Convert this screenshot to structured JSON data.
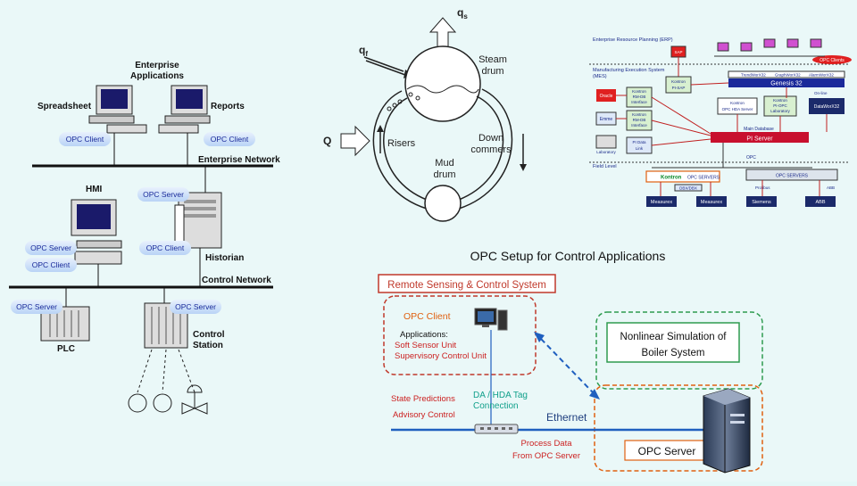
{
  "colors": {
    "background": "#e4f7f7",
    "divider": "#3b5fc0",
    "opc_badge": "#c9defa",
    "remote_box": "#c0392b",
    "simulation_box": "#2e9b4f",
    "ethernet": "#1f5fbf",
    "teal_text": "#11a08b",
    "red_text": "#cc2222",
    "navy": "#1a2a8a"
  },
  "panel1": {
    "enterprise_apps": [
      "Enterprise",
      "Applications"
    ],
    "spreadsheet": "Spreadsheet",
    "reports": "Reports",
    "opc_client": "OPC Client",
    "opc_server": "OPC Server",
    "enterprise_network": "Enterprise Network",
    "hmi": "HMI",
    "historian": "Historian",
    "control_network": "Control Network",
    "plc": "PLC",
    "control_station": [
      "Control",
      "Station"
    ]
  },
  "panel2": {
    "qs": "q",
    "qs_sub": "s",
    "qf": "q",
    "qf_sub": "f",
    "q": "Q",
    "steam_drum": [
      "Steam",
      "drum"
    ],
    "risers": "Risers",
    "downcomers": [
      "Down",
      "commers"
    ],
    "mud_drum": [
      "Mud",
      "drum"
    ]
  },
  "panel3": {
    "erp": "Enterprise Resource Planning (ERP)",
    "sap": "SAP",
    "opc_clients": "OPC Clients",
    "mes": [
      "Manufacturing Execution System",
      "(MES)"
    ],
    "trendworx": "TrendWorX32",
    "graphworx": "GraphWorX32",
    "alarmworx": "AlarmWorX32",
    "genesis": "Genesis 32",
    "kontron_pi_sap": [
      "Kontron",
      "PI-SAP"
    ],
    "oracle": "Oracle",
    "kontron_rmdb": [
      "Kontron",
      "RM-DB",
      "Interface"
    ],
    "kontron_opc_hda": [
      "Kontron",
      "OPC HDA Server"
    ],
    "kontron_pi_opc": [
      "Kontron",
      "PI-OPC",
      "Laboratory"
    ],
    "online": "On-line",
    "dataworx": "DataWorX32",
    "emme": "Emme",
    "kontron_rmdb2": [
      "Kontron",
      "RM-DB",
      "Interface"
    ],
    "main_database": "Main Database",
    "pi_server": "PI Server",
    "laboratory": "Laboratory",
    "pi_data_link": [
      "PI Data",
      "Link"
    ],
    "opc": "OPC",
    "field_level": "Field Level",
    "kontron_opc_servers": "Kontron",
    "opc_servers_label": "OPC SERVERS",
    "opc_servers_right": "OPC SERVERS",
    "dbx": "DBX/DBX",
    "profibus": "Profibus",
    "abb_bus": "ABB",
    "measurex1": "Measurex",
    "measurex2": "Measurex",
    "siemens": "Siemens",
    "abb": "ABB"
  },
  "panel4": {
    "title": "OPC Setup for Control Applications",
    "remote_title": "Remote Sensing & Control  System",
    "opc_client": "OPC Client",
    "applications": "Applications:",
    "soft_sensor": "Soft Sensor Unit",
    "supervisory": "Supervisory Control Unit",
    "nonlinear": [
      "Nonlinear Simulation of",
      "Boiler System"
    ],
    "state_predictions": "State Predictions",
    "advisory_control": "Advisory Control",
    "da_hda": [
      "DA / HDA Tag",
      "Connection"
    ],
    "ethernet": "Ethernet",
    "process_data": [
      "Process Data",
      "From OPC Server"
    ],
    "opc_server": "OPC Server"
  }
}
